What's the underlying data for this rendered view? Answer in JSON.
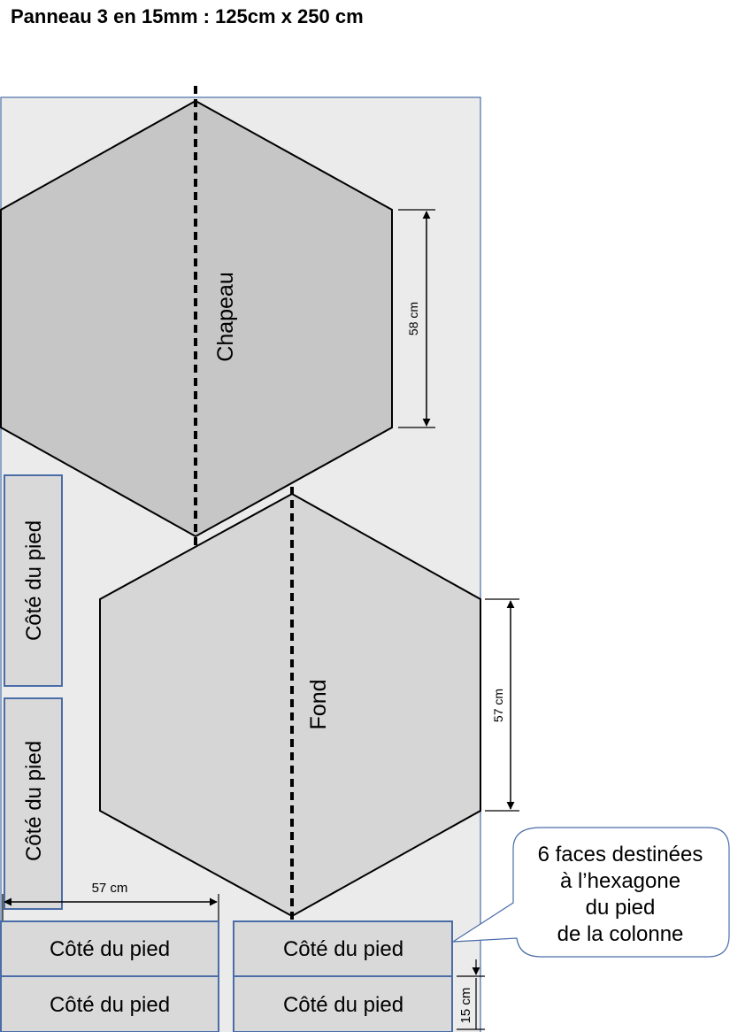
{
  "title": "Panneau 3 en 15mm : 125cm x 250 cm",
  "hexagons": {
    "chapeau": {
      "label": "Chapeau",
      "dimension": "58 cm"
    },
    "fond": {
      "label": "Fond",
      "dimension": "57 cm"
    }
  },
  "pieces": {
    "side_label": "Côté du pied",
    "width_dimension": "57 cm",
    "height_dimension": "15 cm"
  },
  "callout": {
    "lines": [
      "6 faces destinées",
      "à l’hexagone",
      "du pied",
      "de la colonne"
    ]
  },
  "colors": {
    "panel_fill": "#ebebeb",
    "panel_border": "#4a6da8",
    "chapeau_fill": "#c6c6c6",
    "fond_fill": "#d6d6d6",
    "piece_fill": "#d9d9d9",
    "piece_border": "#4a6da8"
  }
}
